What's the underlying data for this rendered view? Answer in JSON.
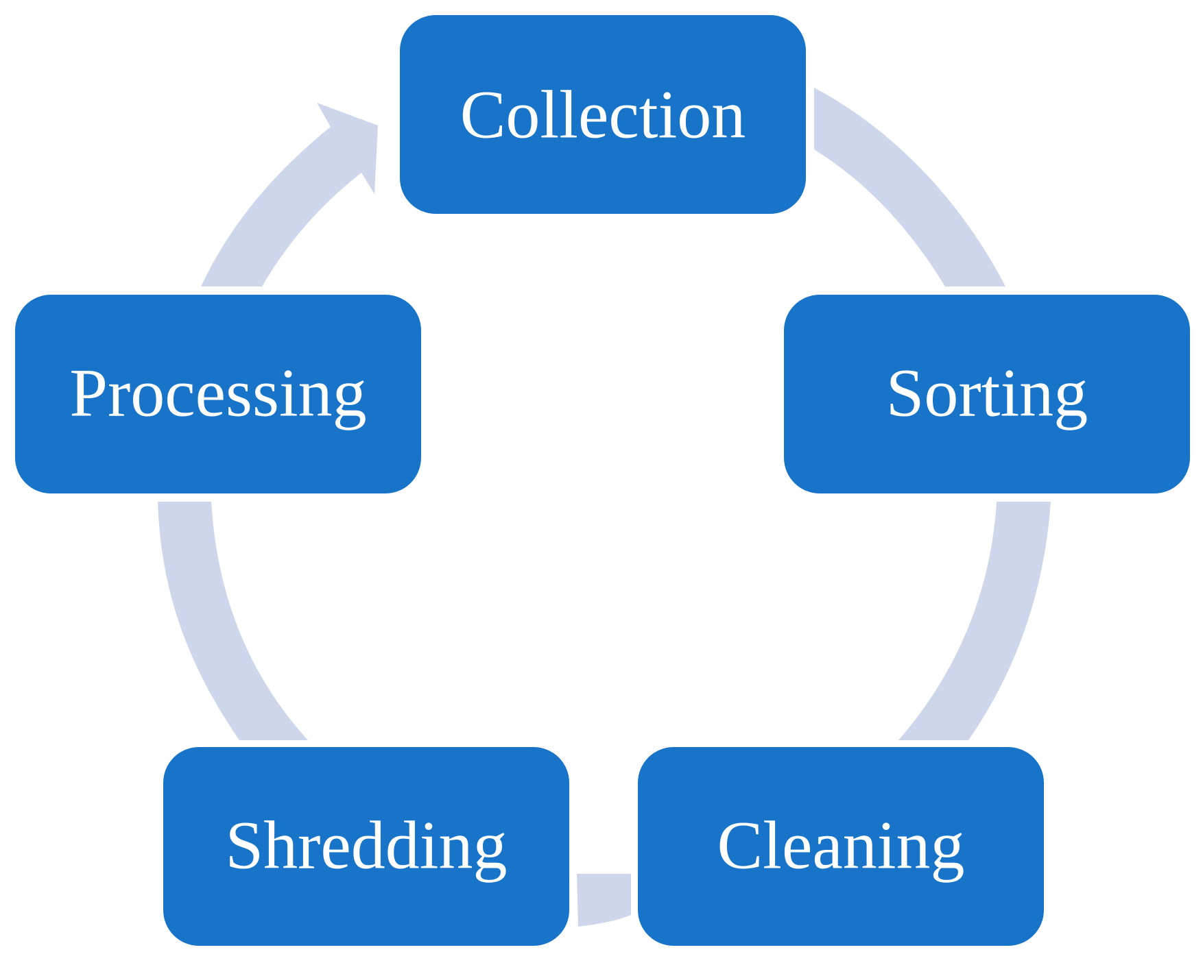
{
  "diagram": {
    "steps": [
      {
        "label": "Collection"
      },
      {
        "label": "Sorting"
      },
      {
        "label": "Cleaning"
      },
      {
        "label": "Shredding"
      },
      {
        "label": "Processing"
      }
    ],
    "colors": {
      "box_fill": "#1874c8",
      "box_text": "#ffffff",
      "connector": "#cdd6ea",
      "background": "#ffffff"
    }
  }
}
